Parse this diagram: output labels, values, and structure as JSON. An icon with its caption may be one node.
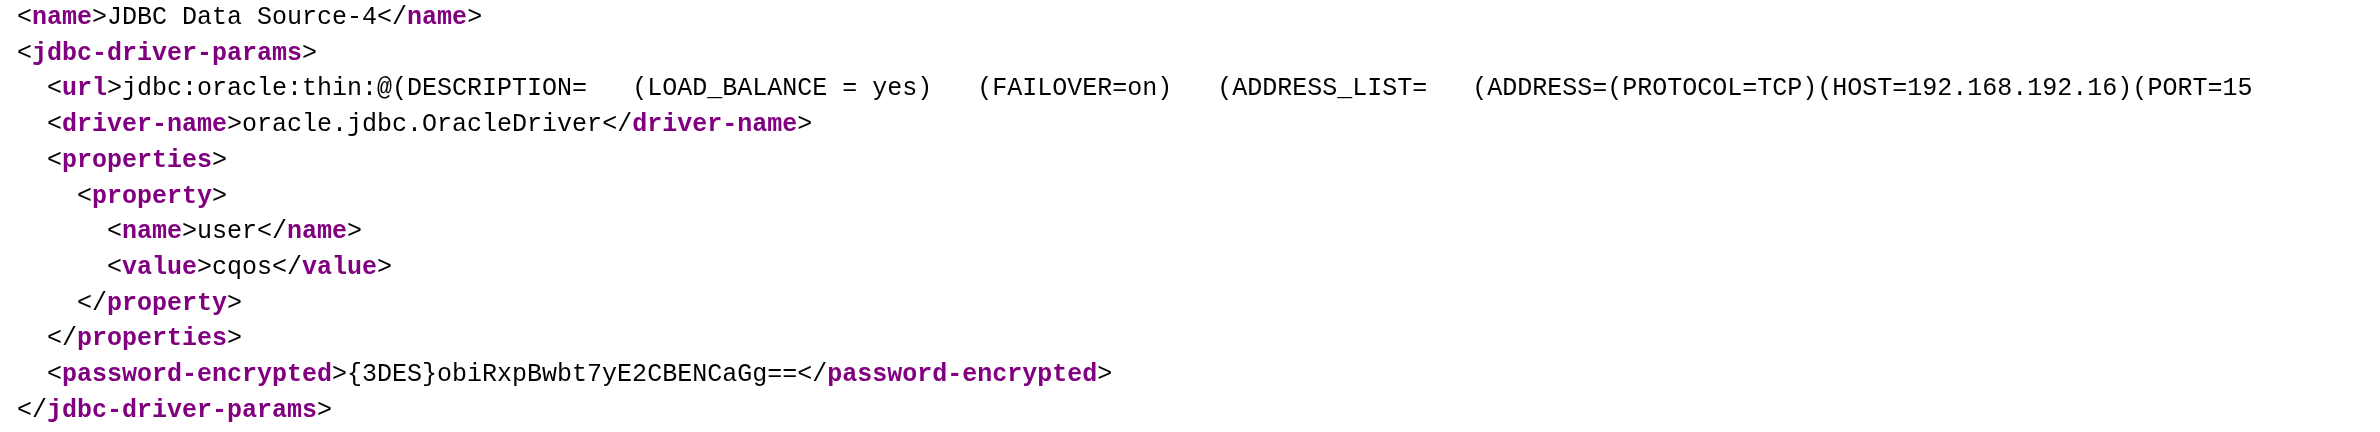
{
  "diagram": {
    "labels": [
      "<name>JDBC Data Source-4</name>",
      "<jdbc-driver-params>",
      "<url>jdbc:oracle:thin:@(DESCRIPTION=   (LOAD_BALANCE = yes)   (FAILOVER=on)   (ADDRESS_LIST=   (ADDRESS=(PROTOCOL=TCP)(HOST=192.168.192.16)(PORT=15",
      "<driver-name>oracle.jdbc.OracleDriver</driver-name>",
      "<properties>",
      "<property>",
      "<name>user</name>",
      "<value>cqos</value>",
      "</property>",
      "</properties>",
      "<password-encrypted>{3DES}obiRxpBwbt7yE2CBENCaGg==</password-encrypted>",
      "</jdbc-driver-params>"
    ]
  }
}
